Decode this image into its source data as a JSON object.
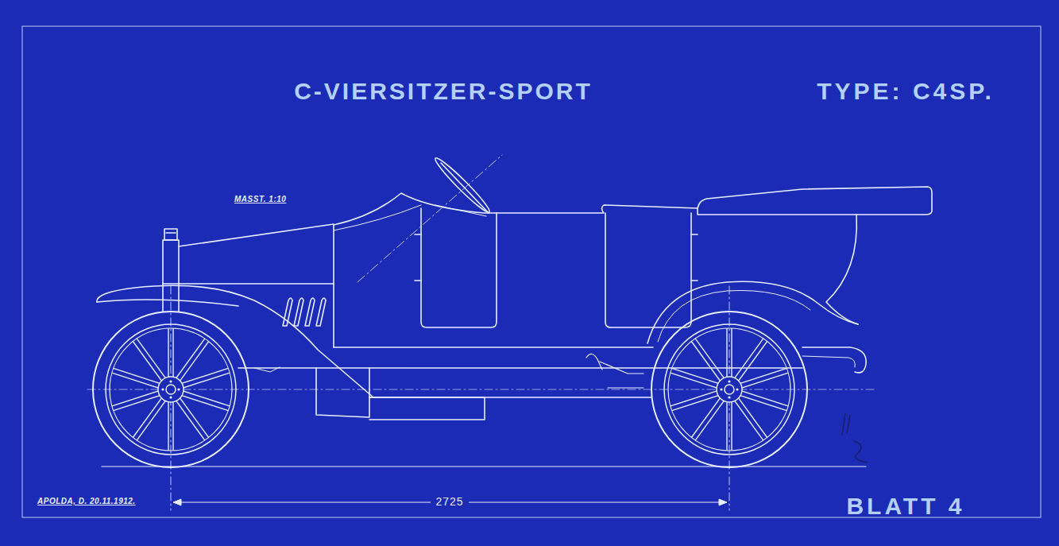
{
  "diagram": {
    "title": "C-VIERSITZER-SPORT",
    "labels": [
      "TYPE: C4SP.",
      "MASST. 1:10",
      "APOLDA, D. 20.11.1912.",
      "2725",
      "BLATT 4"
    ]
  }
}
